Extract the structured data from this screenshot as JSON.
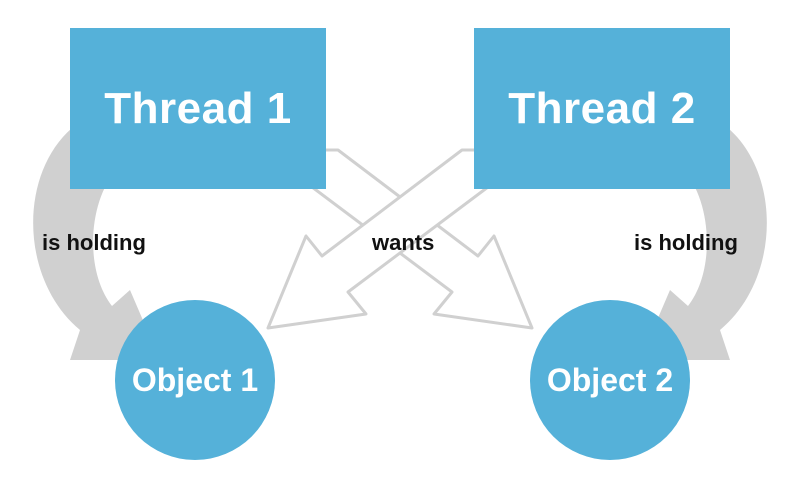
{
  "thread1": {
    "label": "Thread 1"
  },
  "thread2": {
    "label": "Thread 2"
  },
  "object1": {
    "label": "Object 1"
  },
  "object2": {
    "label": "Object 2"
  },
  "edges": {
    "left_holding": "is holding",
    "right_holding": "is holding",
    "wants": "wants"
  },
  "colors": {
    "node_fill": "#55b1d9",
    "holding_arrow": "#d0d0d0",
    "wants_arrow_stroke": "#d0d0d0",
    "text_dark": "#111111",
    "text_light": "#ffffff"
  }
}
